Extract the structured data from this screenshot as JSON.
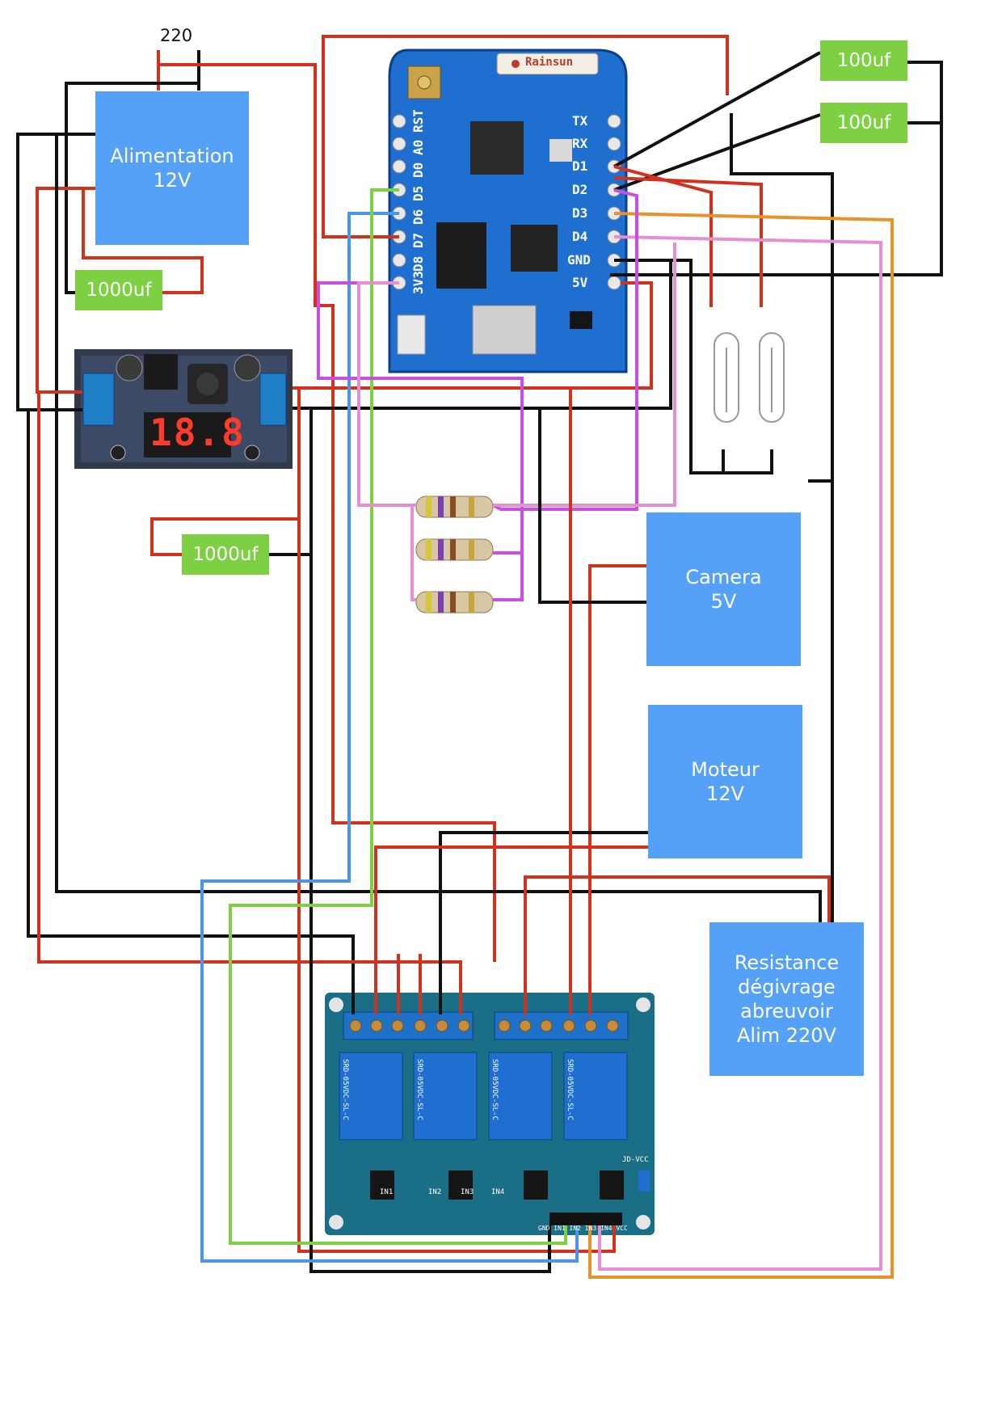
{
  "mains_label": "220",
  "blocks": {
    "power_supply": "Alimentation\n12V",
    "camera": "Camera\n5V",
    "motor": "Moteur\n12V",
    "heater": "Resistance\ndégivrage\nabreuvoir\nAlim 220V"
  },
  "capacitors": {
    "c1": "1000uf",
    "c2": "1000uf",
    "c3": "100uf",
    "c4": "100uf"
  },
  "wemos": {
    "brand": "Rainsun",
    "right_pins": [
      "TX",
      "RX",
      "D1",
      "D2",
      "D3",
      "D4",
      "GND",
      "5V"
    ],
    "left_pins": [
      "RST",
      "A0",
      "D0",
      "D5",
      "D6",
      "D7",
      "D8",
      "3V3"
    ]
  },
  "buck_converter": {
    "display": "18.8"
  },
  "relay_module": {
    "title": "4 relay module",
    "relay_text": "SRD-05VDC-SL-C",
    "inputs": [
      "IN1",
      "IN2",
      "IN3",
      "IN4"
    ],
    "header": "GND IN1 IN2 IN3 IN4 VCC",
    "jumper": "JD-VCC"
  },
  "colors": {
    "red": "#d0321e",
    "black": "#111111",
    "green": "#7ed043",
    "blue": "#4a96e8",
    "pink": "#e58fd2",
    "orange": "#e8922a",
    "purple": "#c94fe0",
    "block": "#55a1f8"
  }
}
